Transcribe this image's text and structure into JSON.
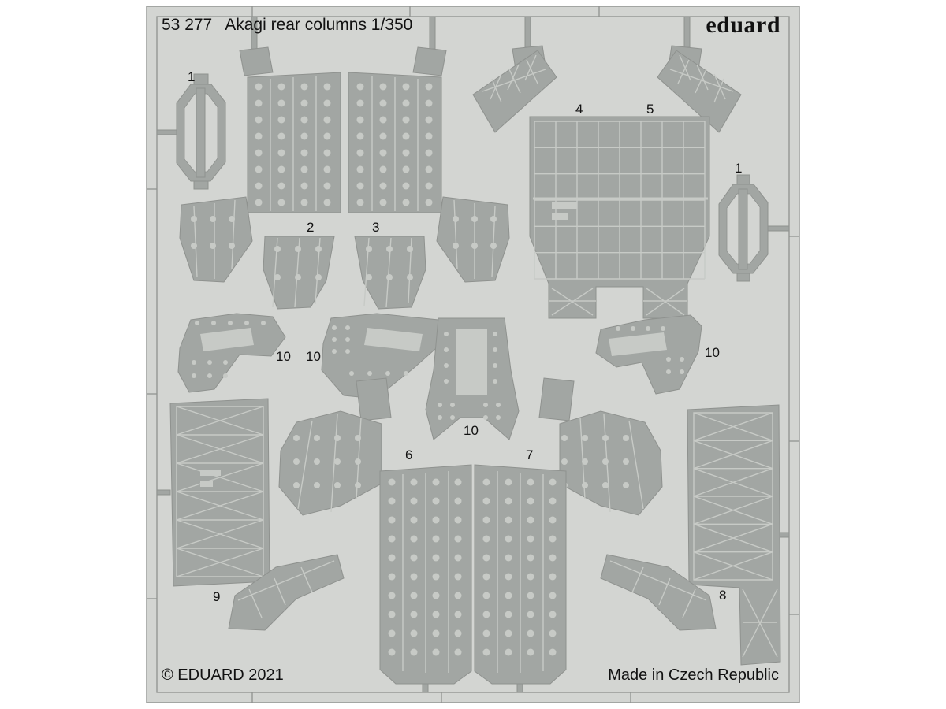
{
  "header": {
    "catalog_number": "53 277",
    "title": "Akagi rear columns 1/350",
    "brand": "eduard"
  },
  "footer": {
    "copyright": "© EDUARD 2021",
    "made_in": "Made in Czech Republic"
  },
  "part_labels": [
    {
      "text": "1"
    },
    {
      "text": "2"
    },
    {
      "text": "3"
    },
    {
      "text": "4"
    },
    {
      "text": "5"
    },
    {
      "text": "1"
    },
    {
      "text": "10"
    },
    {
      "text": "10"
    },
    {
      "text": "10"
    },
    {
      "text": "10"
    },
    {
      "text": "6"
    },
    {
      "text": "7"
    },
    {
      "text": "9"
    },
    {
      "text": "8"
    }
  ],
  "colors": {
    "background": "#ffffff",
    "sheet": "#d3d5d2",
    "part": "#a2a6a3",
    "detail": "#c7cac6",
    "outline": "#8f928f",
    "text": "#111111"
  }
}
